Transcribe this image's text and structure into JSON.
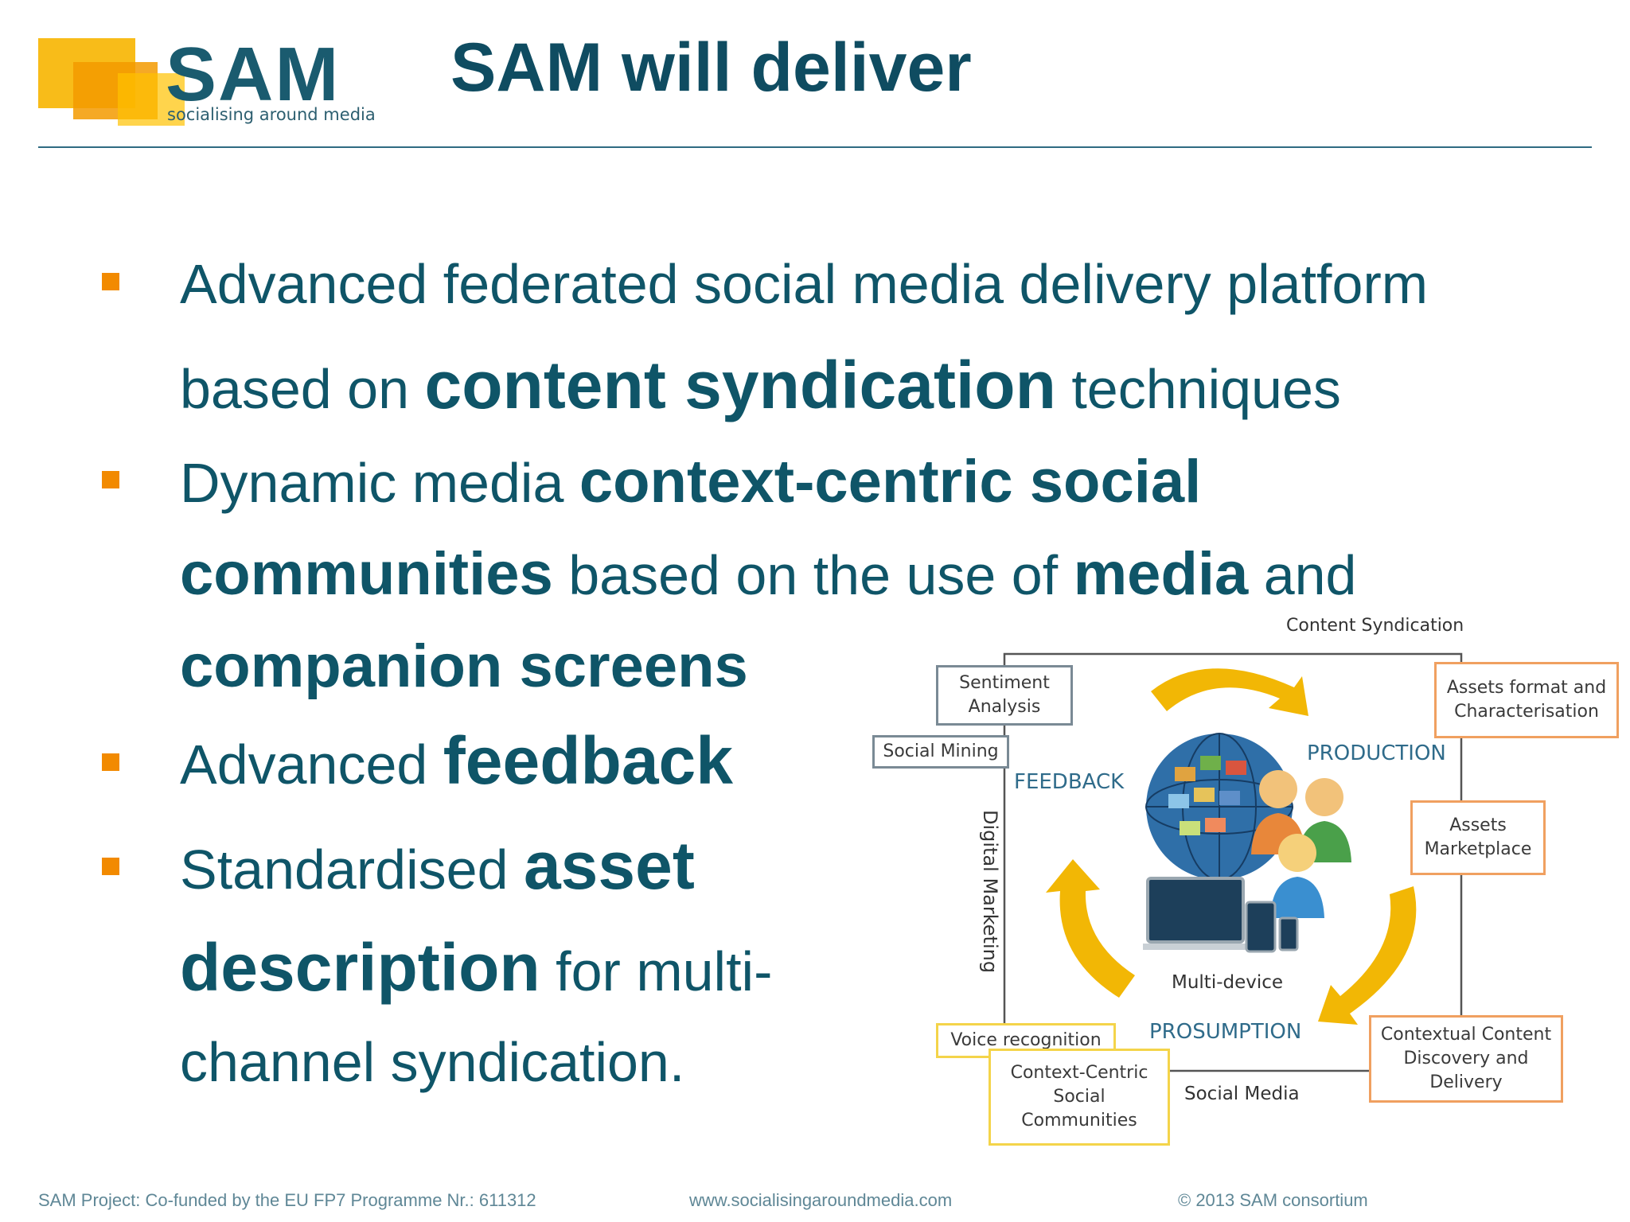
{
  "header": {
    "logo_word": "SAM",
    "logo_tagline": "socialising around media",
    "title": "SAM will deliver"
  },
  "bullets": [
    {
      "line1": {
        "t1": "Advanced federated social media delivery platform"
      },
      "line2": {
        "t1": "based on ",
        "b1": "content syndication",
        "t2": " techniques"
      }
    },
    {
      "line1": {
        "t1": "Dynamic media ",
        "b1": "context-centric social"
      },
      "line2": {
        "b1": "communities",
        "t1": " based on the use of ",
        "b2": "media",
        "t2": " and"
      },
      "line3": {
        "b1": "companion screens"
      }
    },
    {
      "line1": {
        "t1": "Advanced ",
        "b1": "feedback"
      }
    },
    {
      "line1": {
        "t1": "Standardised ",
        "b1": "asset"
      },
      "line2": {
        "b1": "description",
        "t1": " for multi-"
      },
      "line3": {
        "t1": "channel syndication."
      }
    }
  ],
  "diagram": {
    "top_label": "Content Syndication",
    "boxes": {
      "sentiment": "Sentiment Analysis",
      "social_mining": "Social Mining",
      "assets_format": "Assets format and Characterisation",
      "assets_marketplace": "Assets Marketplace",
      "contextual_content": "Contextual Content Discovery and Delivery",
      "voice_recognition": "Voice recognition",
      "context_centric": "Context-Centric Social Communities"
    },
    "phases": {
      "production": "PRODUCTION",
      "feedback": "FEEDBACK",
      "prosumption": "PROSUMPTION"
    },
    "digital_marketing": "Digital Marketing",
    "multi_device": "Multi-device",
    "social_media": "Social Media",
    "colors": {
      "arrow": "#f2b705",
      "gray_box": "#7a8a95",
      "orange_box": "#f0a060",
      "yellow_box": "#f4d44a"
    }
  },
  "footer": {
    "left": "SAM Project: Co-funded by the EU FP7 Programme Nr.: 611312",
    "center": "www.socialisingaroundmedia.com",
    "right": "© 2013 SAM consortium"
  },
  "colors": {
    "title": "#0f4c61",
    "text": "#0f5568",
    "bullet": "#f28a00",
    "rule": "#2f6b82"
  }
}
